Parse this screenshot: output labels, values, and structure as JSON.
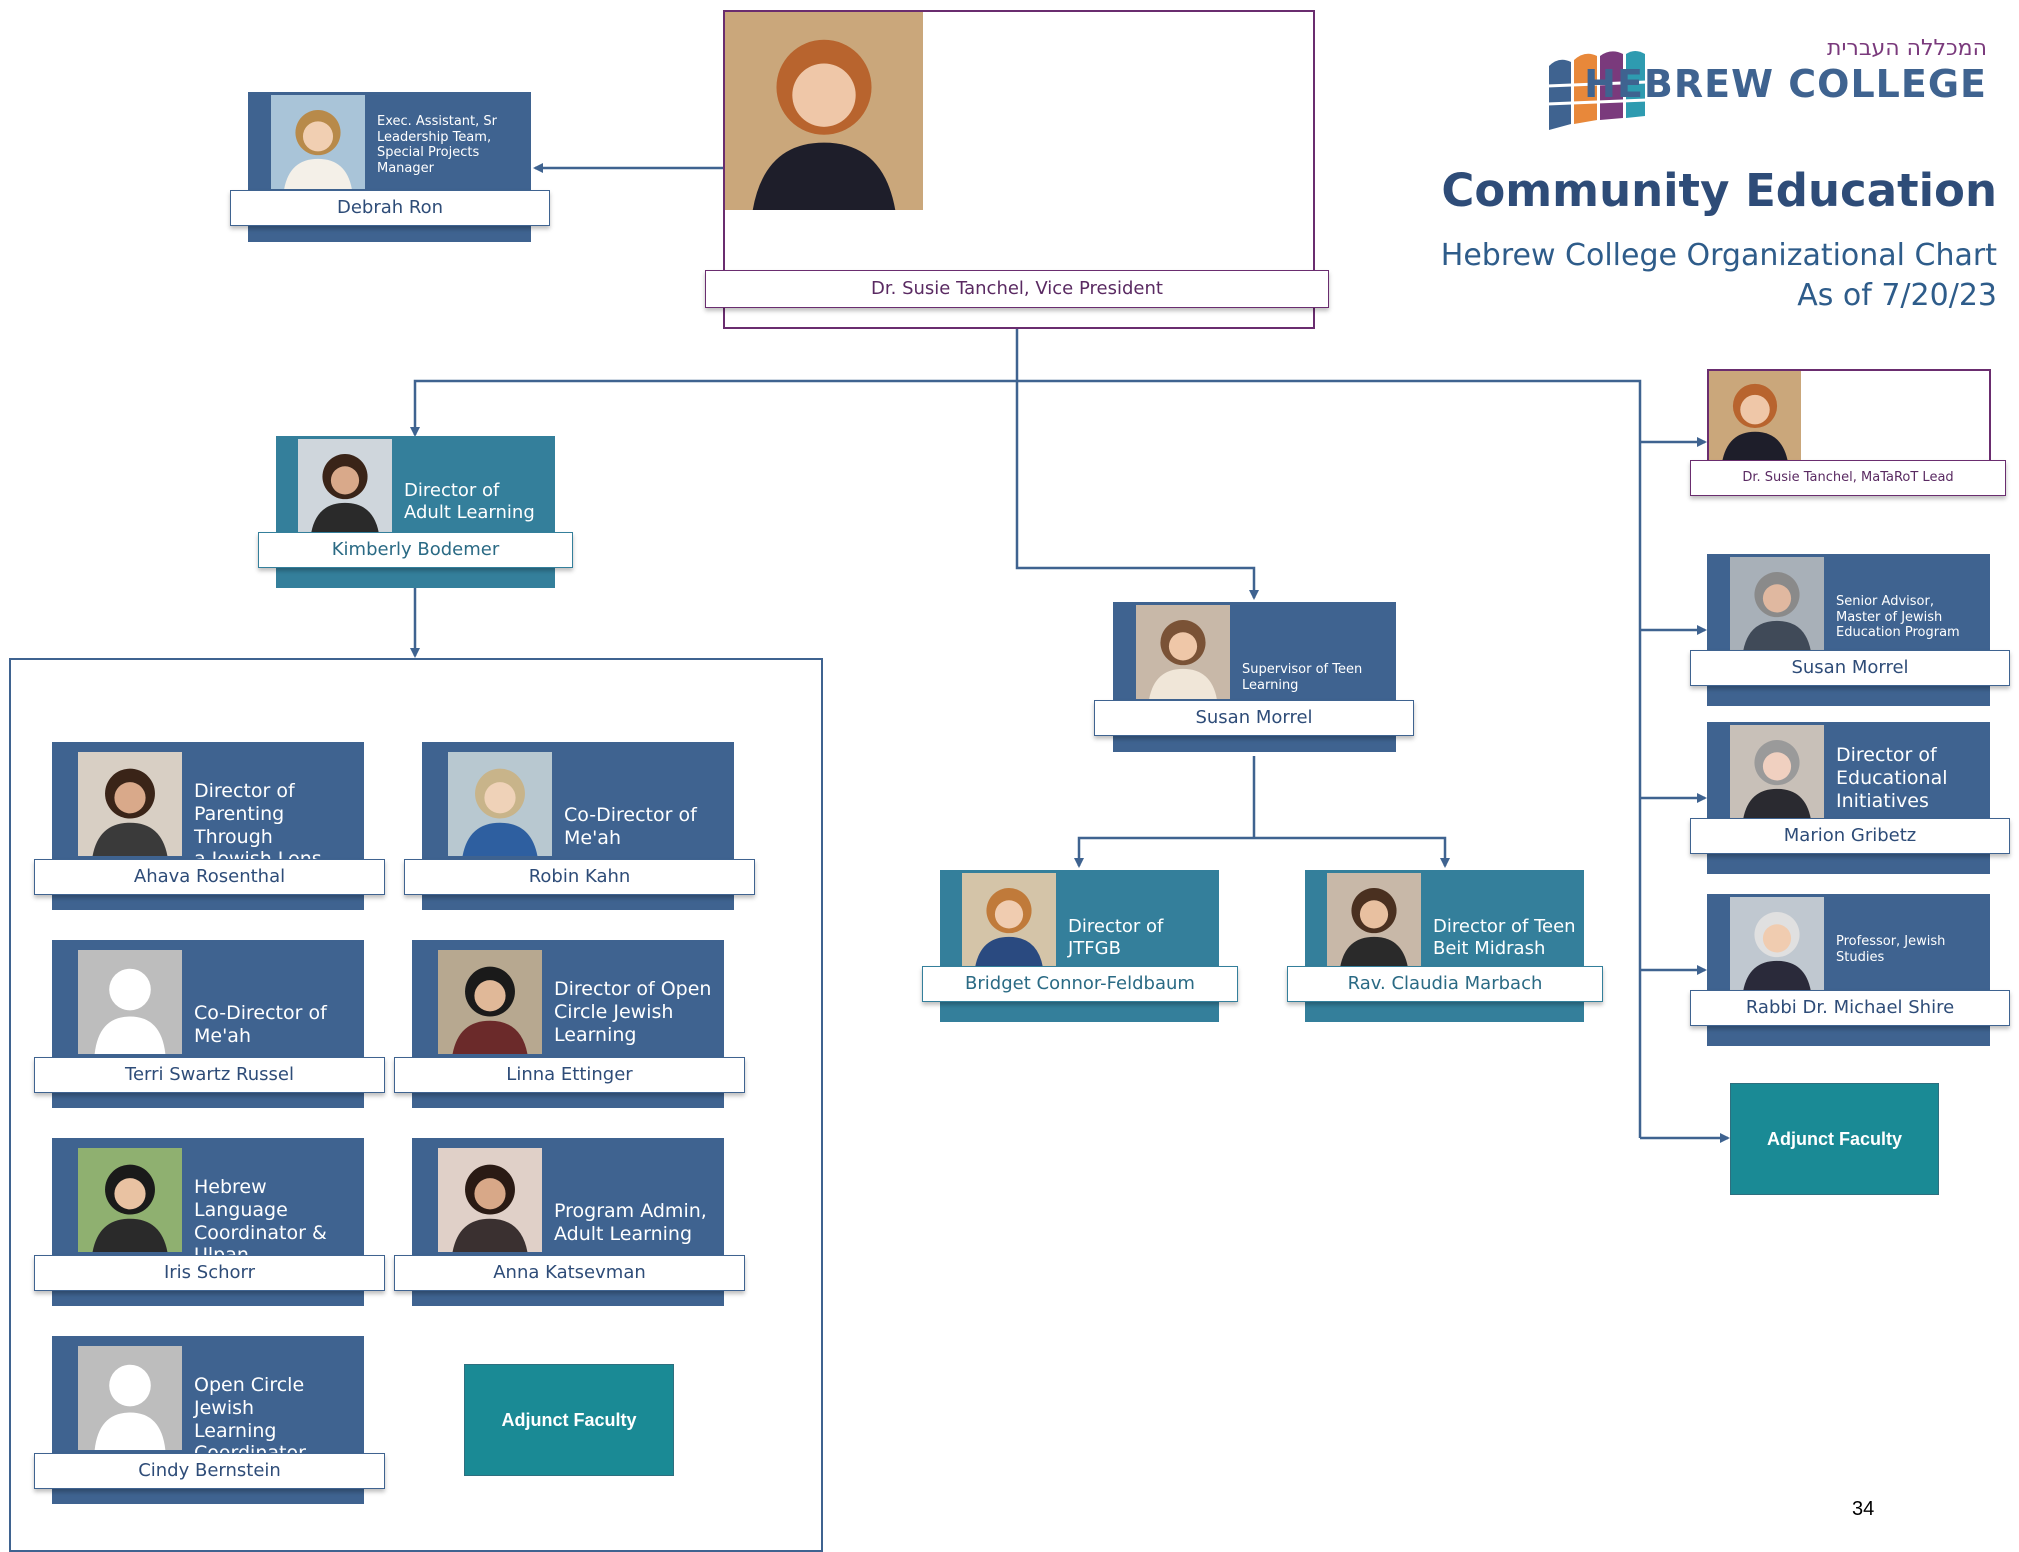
{
  "brand": {
    "hebrew_name": "המכללה העברית",
    "name": "HEBREW COLLEGE",
    "colors": [
      "#3f6390",
      "#e8883a",
      "#7a3a7c",
      "#2e9bb0"
    ]
  },
  "header": {
    "title": "Community Education",
    "subtitle": "Hebrew College Organizational Chart",
    "date": "As of 7/20/23"
  },
  "page_number": "34",
  "colors": {
    "blue": "#3f6390",
    "teal": "#347f9b",
    "purple": "#6a2d6f",
    "adjunct": "#1a8a95"
  },
  "top": {
    "name": "Dr. Susie Tanchel, Vice President",
    "photo_icon": "person-portrait-icon"
  },
  "assistant": {
    "title": [
      "Exec. Assistant, Sr",
      "Leadership Team,",
      "Special Projects",
      "Manager"
    ],
    "name": "Debrah Ron"
  },
  "adult_learning_director": {
    "title": [
      "Director of",
      "Adult Learning"
    ],
    "name": "Kimberly Bodemer"
  },
  "adult_learning_team": [
    {
      "title": [
        "Director of",
        "Parenting Through",
        "a Jewish Lens"
      ],
      "name": "Ahava Rosenthal"
    },
    {
      "title": [
        "Co-Director of",
        "Me'ah"
      ],
      "name": "Robin Kahn"
    },
    {
      "title": [
        "Co-Director of",
        "Me'ah"
      ],
      "name": "Terri Swartz Russel"
    },
    {
      "title": [
        "Director of Open",
        "Circle Jewish",
        "Learning"
      ],
      "name": "Linna Ettinger"
    },
    {
      "title": [
        "Hebrew Language",
        "Coordinator &",
        "Ulpan"
      ],
      "name": "Iris Schorr"
    },
    {
      "title": [
        "Program Admin,",
        "Adult  Learning"
      ],
      "name": "Anna Katsevman"
    },
    {
      "title": [
        "Open Circle Jewish",
        "Learning",
        "Coordinator"
      ],
      "name": "Cindy Bernstein"
    }
  ],
  "adjunct_left": "Adjunct Faculty",
  "teen_supervisor": {
    "title": [
      "Supervisor of Teen",
      "Learning"
    ],
    "name": "Susan Morrel"
  },
  "teen_team": [
    {
      "title": [
        "Director of",
        "JTFGB"
      ],
      "name": "Bridget Connor-Feldbaum"
    },
    {
      "title": [
        "Director of Teen",
        "Beit Midrash"
      ],
      "name": "Rav. Claudia Marbach"
    }
  ],
  "right_column": [
    {
      "title": [],
      "name": "Dr. Susie Tanchel, MaTaRoT Lead"
    },
    {
      "title": [
        "Senior Advisor,",
        "Master of Jewish",
        "Education Program"
      ],
      "name": "Susan Morrel"
    },
    {
      "title": [
        "Director of",
        "Educational",
        "Initiatives"
      ],
      "name": "Marion Gribetz"
    },
    {
      "title": [
        "Professor, Jewish",
        "Studies"
      ],
      "name": "Rabbi Dr. Michael Shire"
    }
  ],
  "adjunct_right": "Adjunct Faculty"
}
